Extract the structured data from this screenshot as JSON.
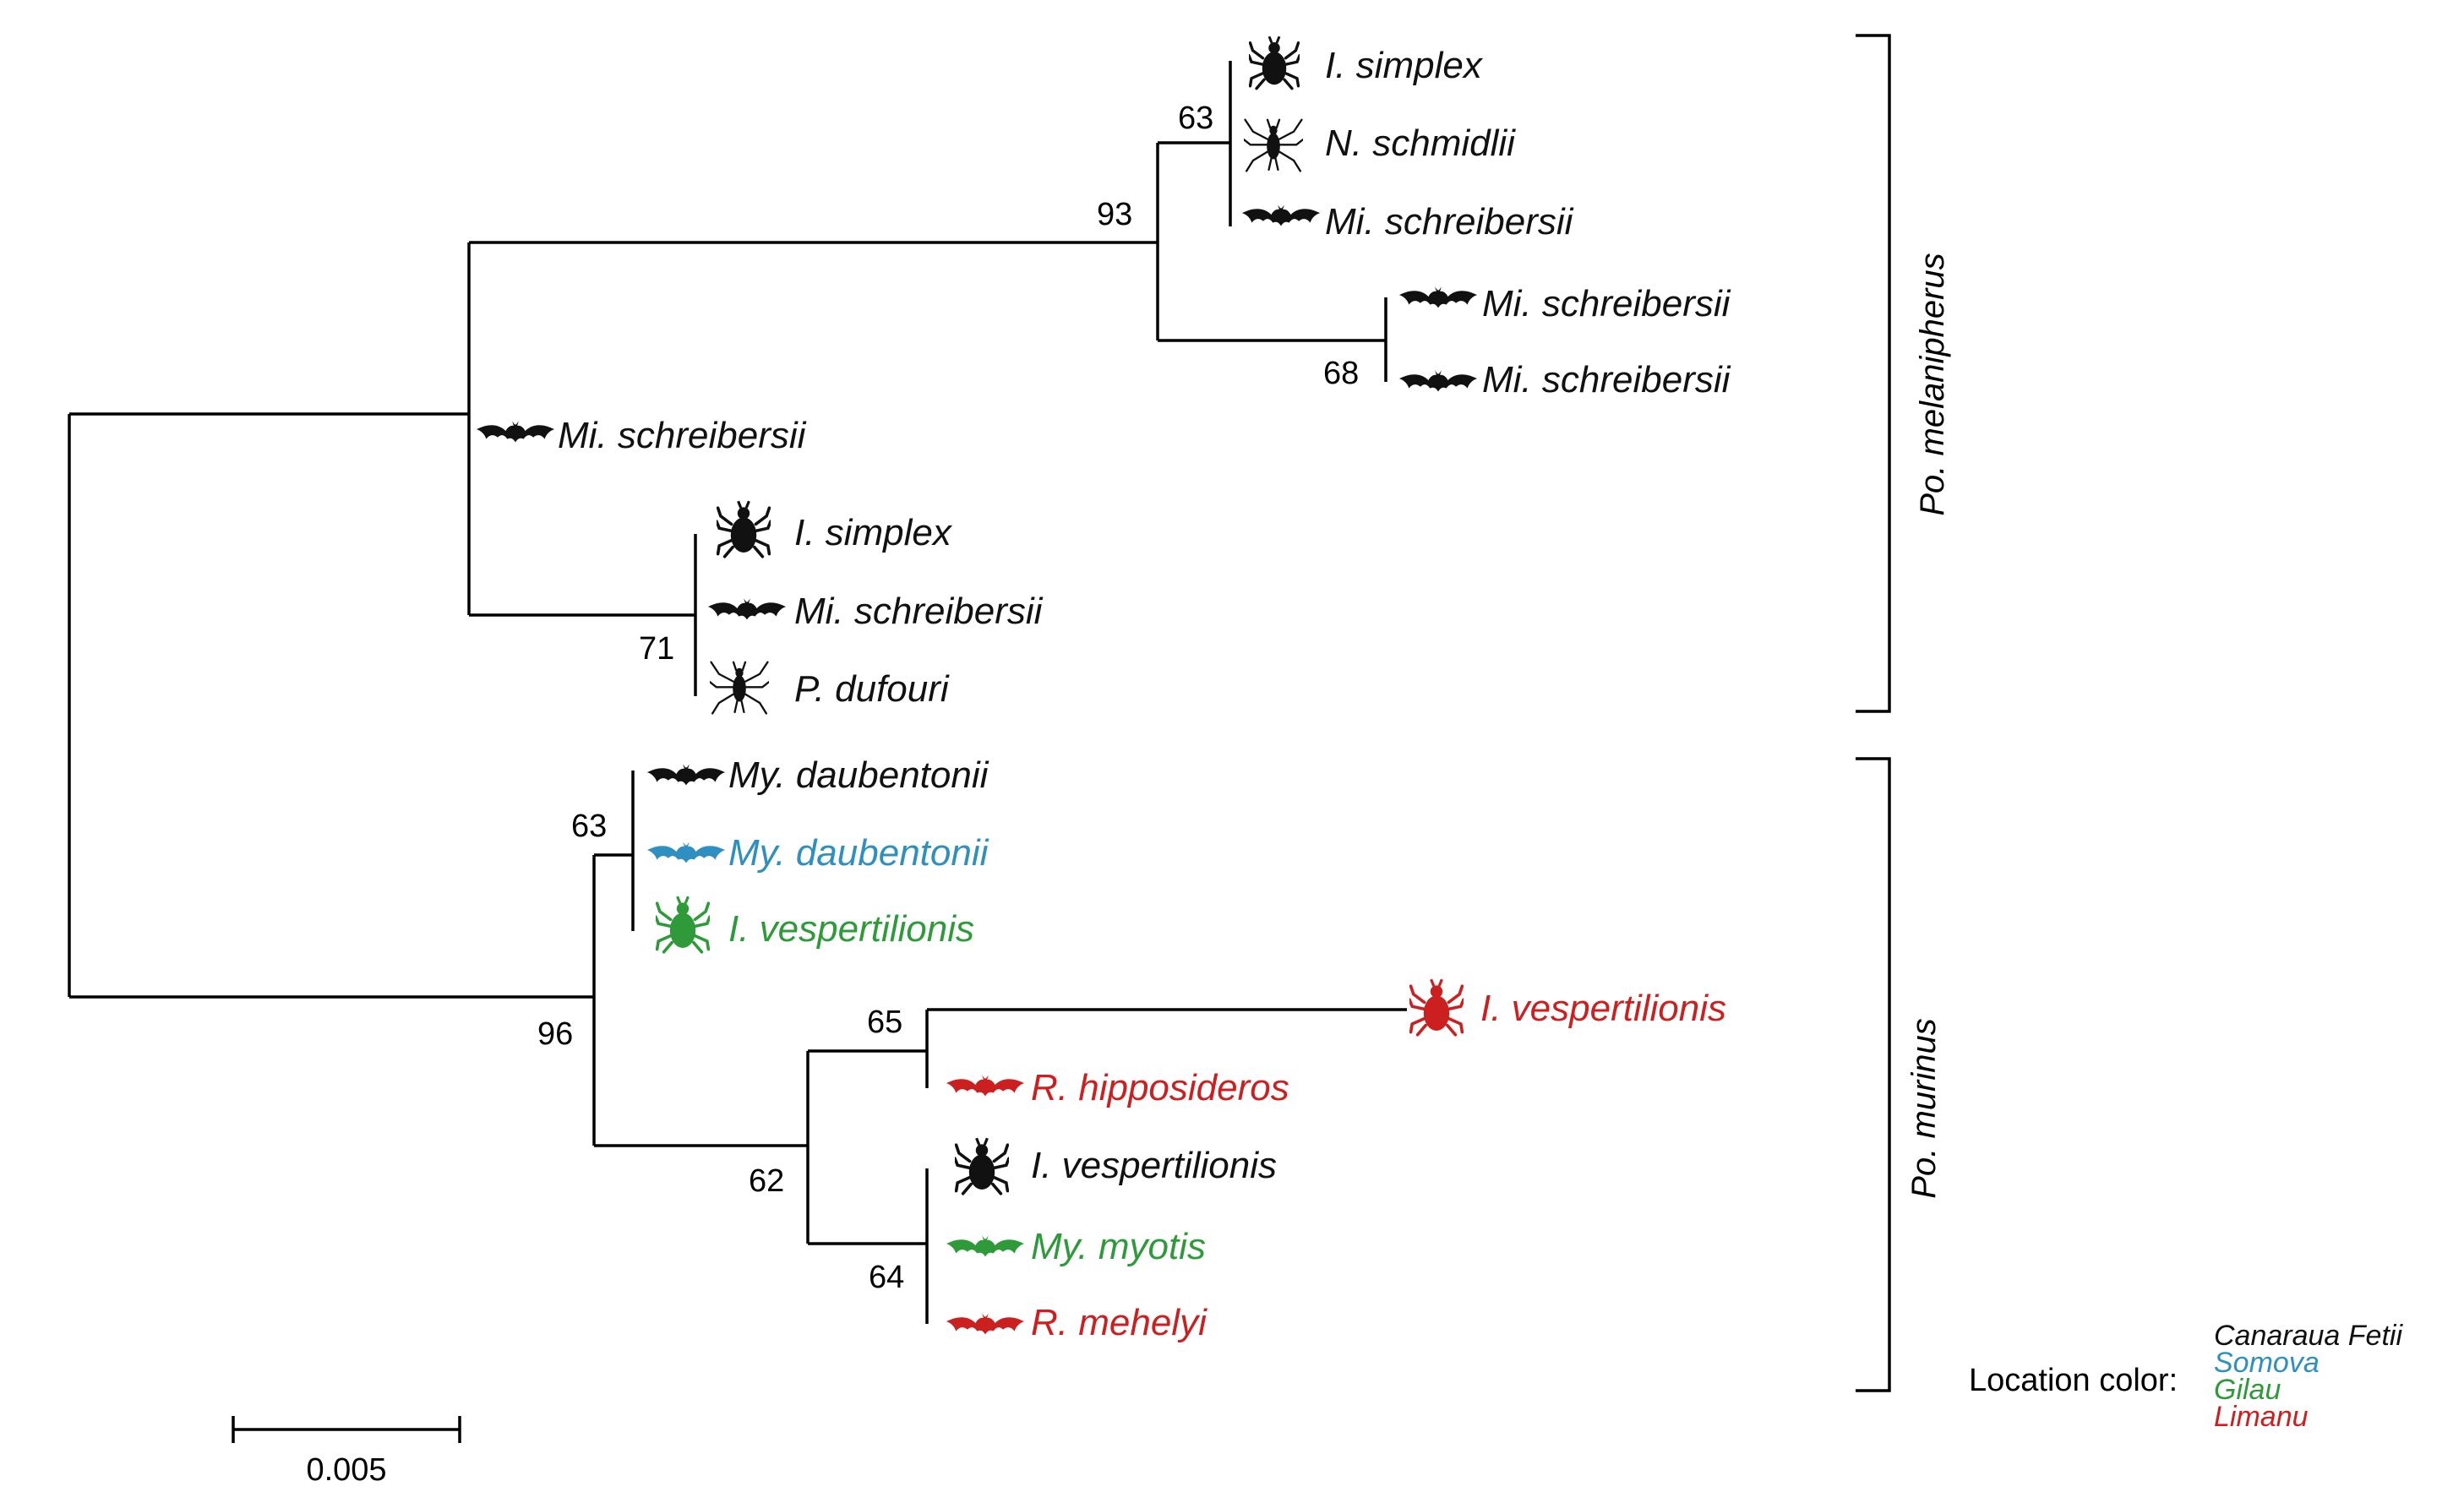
{
  "colors": {
    "Canaraua Fetii": "#111111",
    "Somova": "#2e8fc0",
    "Gilau": "#2e9a3a",
    "Limanu": "#cc1f1f"
  },
  "leaves": [
    {
      "label": "I. simplex",
      "icon": "tick-icon",
      "location": "Canaraua Fetii"
    },
    {
      "label": "N. schmidlii",
      "icon": "batfly-icon",
      "location": "Canaraua Fetii"
    },
    {
      "label": "Mi. schreibersii",
      "icon": "bat-icon",
      "location": "Canaraua Fetii"
    },
    {
      "label": "Mi. schreibersii",
      "icon": "bat-icon",
      "location": "Canaraua Fetii"
    },
    {
      "label": "Mi. schreibersii",
      "icon": "bat-icon",
      "location": "Canaraua Fetii"
    },
    {
      "label": "Mi. schreibersii",
      "icon": "bat-icon",
      "location": "Canaraua Fetii"
    },
    {
      "label": "I. simplex",
      "icon": "tick-icon",
      "location": "Canaraua Fetii"
    },
    {
      "label": "Mi. schreibersii",
      "icon": "bat-icon",
      "location": "Canaraua Fetii"
    },
    {
      "label": "P. dufouri",
      "icon": "batfly-icon",
      "location": "Canaraua Fetii"
    },
    {
      "label": "My. daubentonii",
      "icon": "bat-icon",
      "location": "Canaraua Fetii"
    },
    {
      "label": "My. daubentonii",
      "icon": "bat-icon",
      "location": "Somova"
    },
    {
      "label": "I. vespertilionis",
      "icon": "tick-icon",
      "location": "Gilau"
    },
    {
      "label": "I. vespertilionis",
      "icon": "tick-icon",
      "location": "Limanu"
    },
    {
      "label": "R. hipposideros",
      "icon": "bat-icon",
      "location": "Limanu"
    },
    {
      "label": "I. vespertilionis",
      "icon": "tick-icon",
      "location": "Canaraua Fetii"
    },
    {
      "label": "My. myotis",
      "icon": "bat-icon",
      "location": "Gilau"
    },
    {
      "label": "R. mehelyi",
      "icon": "bat-icon",
      "location": "Limanu"
    }
  ],
  "bootstrap": [
    "63",
    "93",
    "68",
    "71",
    "63",
    "96",
    "65",
    "62",
    "64"
  ],
  "clades": [
    "Po. melanipherus",
    "Po. murinus"
  ],
  "scale_bar": {
    "label": "0.005"
  },
  "legend": {
    "title": "Location color:",
    "items": [
      "Canaraua Fetii",
      "Somova",
      "Gilau",
      "Limanu"
    ]
  }
}
